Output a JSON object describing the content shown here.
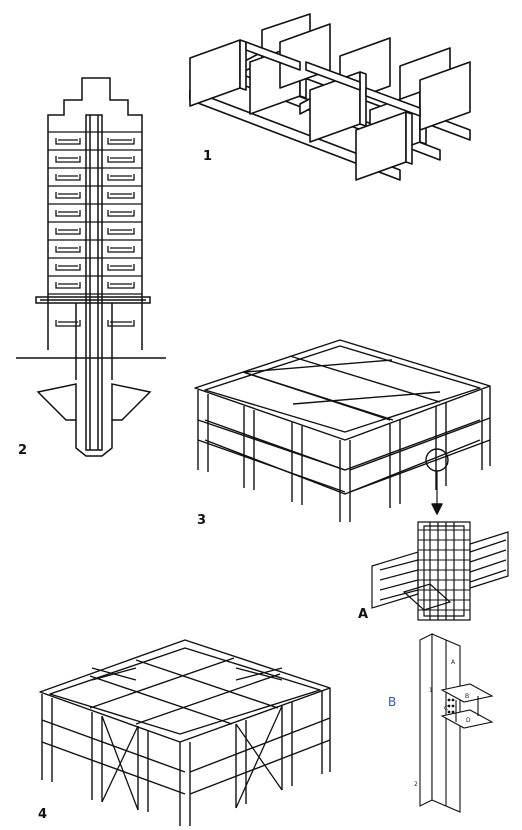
{
  "figure": {
    "label_1": "1",
    "label_2": "2",
    "label_3": "3",
    "label_4": "4",
    "label_A": "A",
    "label_B": "B",
    "detail_b_parts": [
      "A",
      "B",
      "C",
      "D",
      "1",
      "2"
    ]
  },
  "colors": {
    "ink": "#111111",
    "background": "#ffffff",
    "label_b": "#2a55c8"
  }
}
